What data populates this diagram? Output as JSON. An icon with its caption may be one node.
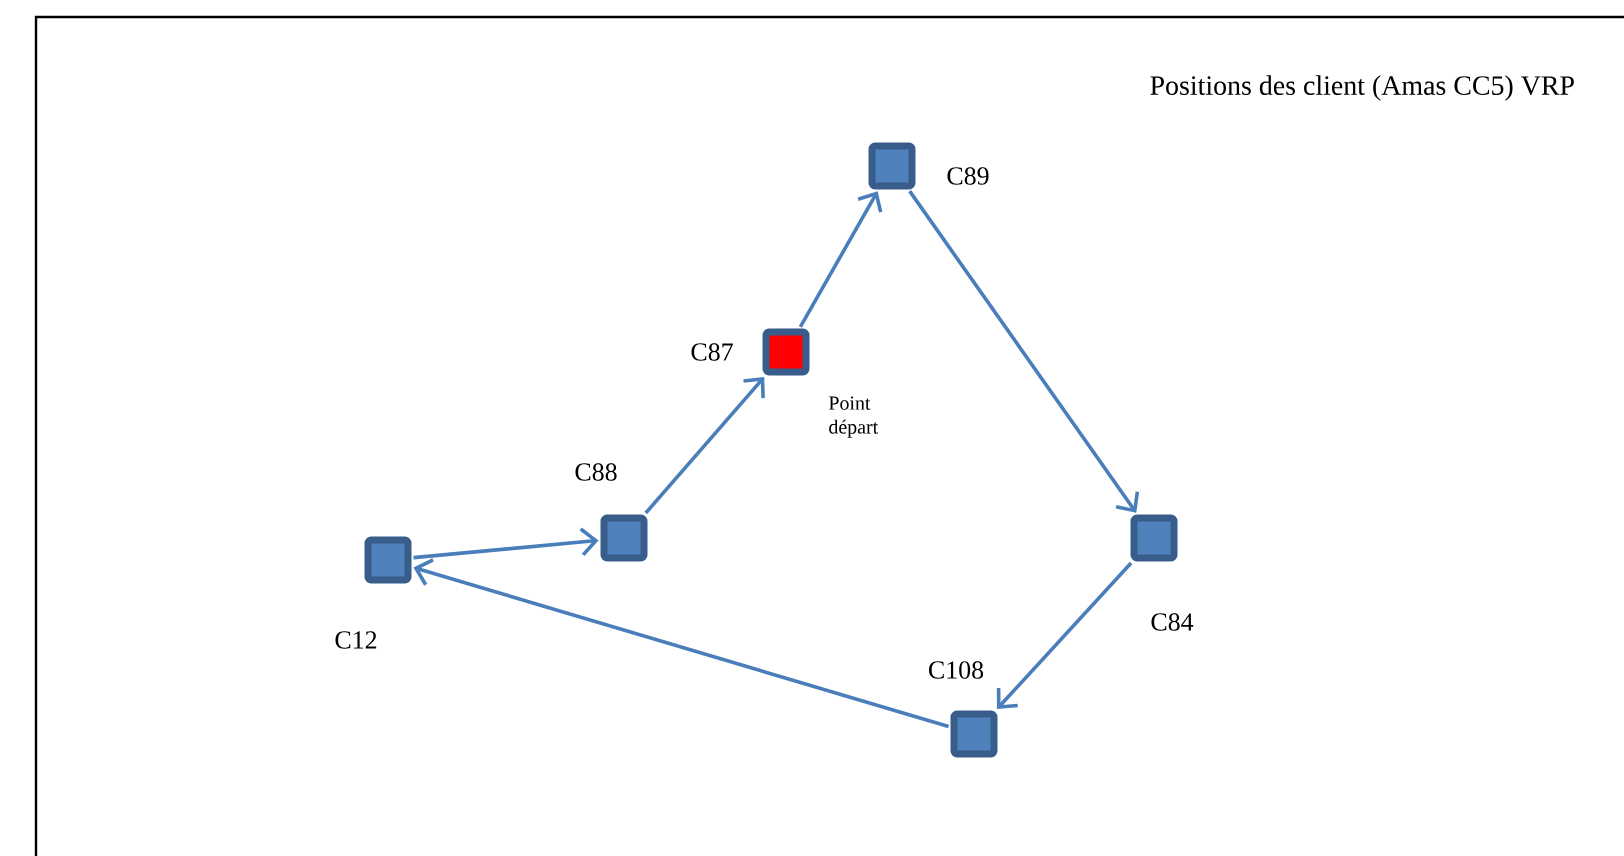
{
  "diagram": {
    "title": "Positions des client (Amas CC5) VRP",
    "nodes": [
      {
        "text": [],
        "shape": "box",
        "beside": [
          "C89"
        ]
      },
      {
        "text": [],
        "shape": "box",
        "beside": [
          "C87",
          "Point départ"
        ]
      },
      {
        "text": [],
        "shape": "box",
        "beside": [
          "C88"
        ]
      },
      {
        "text": [],
        "shape": "box",
        "beside": [
          "C12"
        ]
      },
      {
        "text": [],
        "shape": "box",
        "beside": [
          "C84"
        ]
      },
      {
        "text": [],
        "shape": "box",
        "beside": [
          "C108"
        ]
      }
    ],
    "edges": [
      {
        "from": 1,
        "to": 0,
        "arrow": "to"
      },
      {
        "from": 0,
        "to": 4,
        "arrow": "to"
      },
      {
        "from": 4,
        "to": 5,
        "arrow": "to"
      },
      {
        "from": 5,
        "to": 3,
        "arrow": "to"
      },
      {
        "from": 3,
        "to": 2,
        "arrow": "to"
      },
      {
        "from": 2,
        "to": 1,
        "arrow": "to"
      }
    ]
  }
}
